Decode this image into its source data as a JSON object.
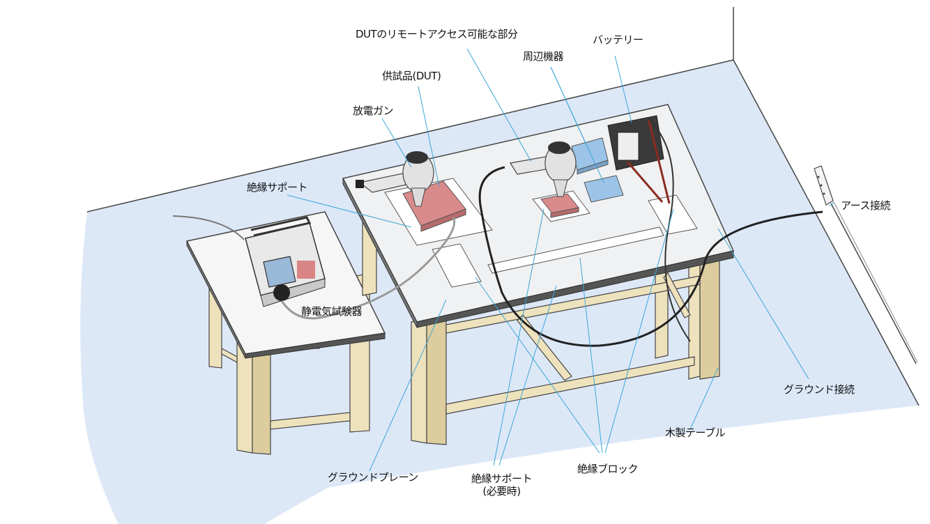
{
  "labels": {
    "dut_remote": "DUTのリモートアクセス可能な部分",
    "battery": "バッテリー",
    "peripheral": "周辺機器",
    "dut": "供試品(DUT)",
    "esd_gun": "放電ガン",
    "insulating_support": "絶縁サポート",
    "earth_connection": "アース接続",
    "esd_tester": "静電気試験器",
    "ground_connection": "グラウンド接続",
    "wooden_table": "木製テーブル",
    "ground_plane": "グラウンドプレーン",
    "insulating_support_optional": "絶縁サポート\n(必要時)",
    "insulating_block": "絶縁ブロック"
  },
  "colors": {
    "floor": "#dde8f7",
    "leader_line": "#3aa6d8",
    "wood": "#eee2bd",
    "ground_plane": "#f1f2f3",
    "dut": "#d98a8a",
    "peripheral": "#9cc4e8",
    "battery": "#3a3a3a"
  }
}
